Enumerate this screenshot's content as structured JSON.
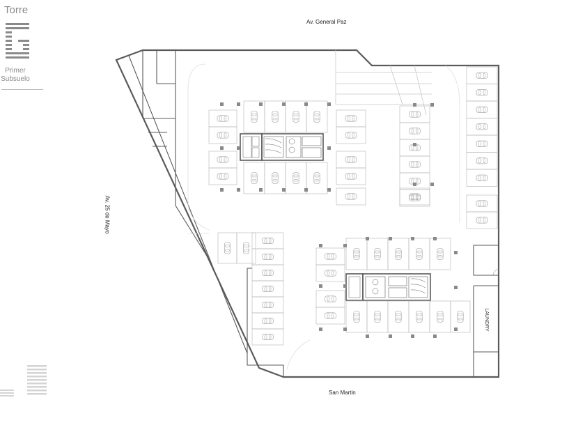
{
  "header": {
    "tower": "Torre",
    "level_line1": "Primer",
    "level_line2": "Subsuelo"
  },
  "streets": {
    "north": "Av. General Paz",
    "west": "Av. 25 de Mayo",
    "south": "San Martin"
  },
  "rooms": {
    "laundry": "LAUNDRY"
  },
  "colors": {
    "walls": "#5a5a5a",
    "stalls": "#bdbdbd",
    "cars": "#9a9a9a",
    "accent_grey": "#8a8a8a"
  }
}
